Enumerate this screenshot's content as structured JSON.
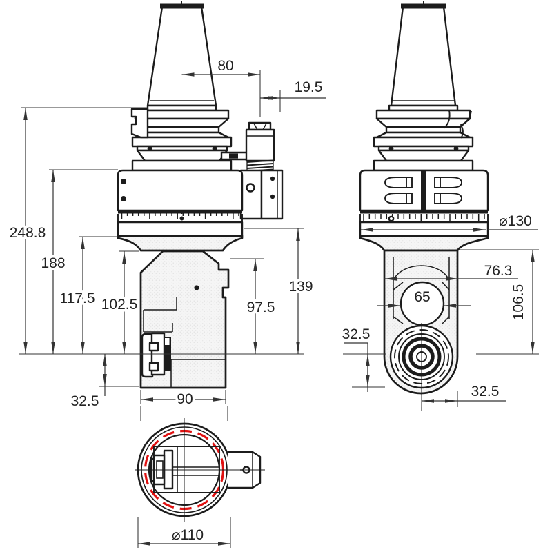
{
  "drawing": {
    "colors": {
      "line": "#1c1c1c",
      "bolt_circle_red": "#e01212",
      "body_fill": "#f5f5f5"
    },
    "dims": {
      "front": {
        "shank_to_pin": "80",
        "pin_offset": "19.5",
        "height_total": "248.8",
        "height_flange": "188",
        "height_117": "117.5",
        "height_102": "102.5",
        "height_97": "97.5",
        "height_139": "139",
        "axis_to_bottom": "32.5",
        "body_width": "90"
      },
      "side": {
        "flange_dia": "⌀130",
        "head_width": "76.3",
        "bore_dia": "65",
        "height_106": "106.5",
        "axis_offset": "32.5",
        "spindle_offset": "32.5"
      },
      "bottom": {
        "flange_dia": "⌀110"
      }
    }
  }
}
